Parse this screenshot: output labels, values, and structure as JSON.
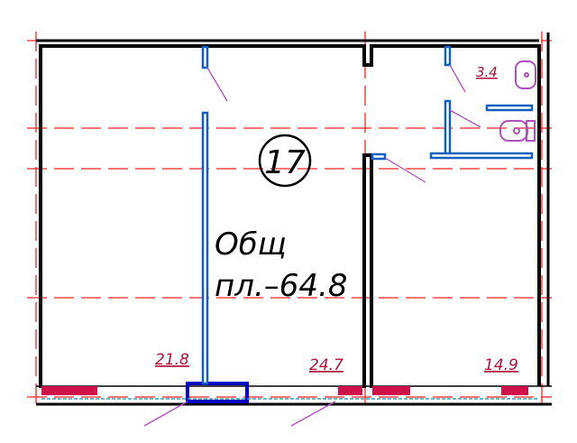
{
  "apartment": {
    "number": "17",
    "total_label": "Общ",
    "total_area": "пл.–64.8"
  },
  "rooms": [
    {
      "name": "room-left",
      "area": "21.8"
    },
    {
      "name": "room-middle",
      "area": "24.7"
    },
    {
      "name": "room-right",
      "area": "14.9"
    },
    {
      "name": "bathroom",
      "area": "3.4"
    }
  ],
  "colors": {
    "wall": "#000000",
    "axis": "#ff0000",
    "partition": "#1060c0",
    "fixture": "#b050c0",
    "area_text": "#b0103a",
    "window_fill": "#d0104a"
  }
}
